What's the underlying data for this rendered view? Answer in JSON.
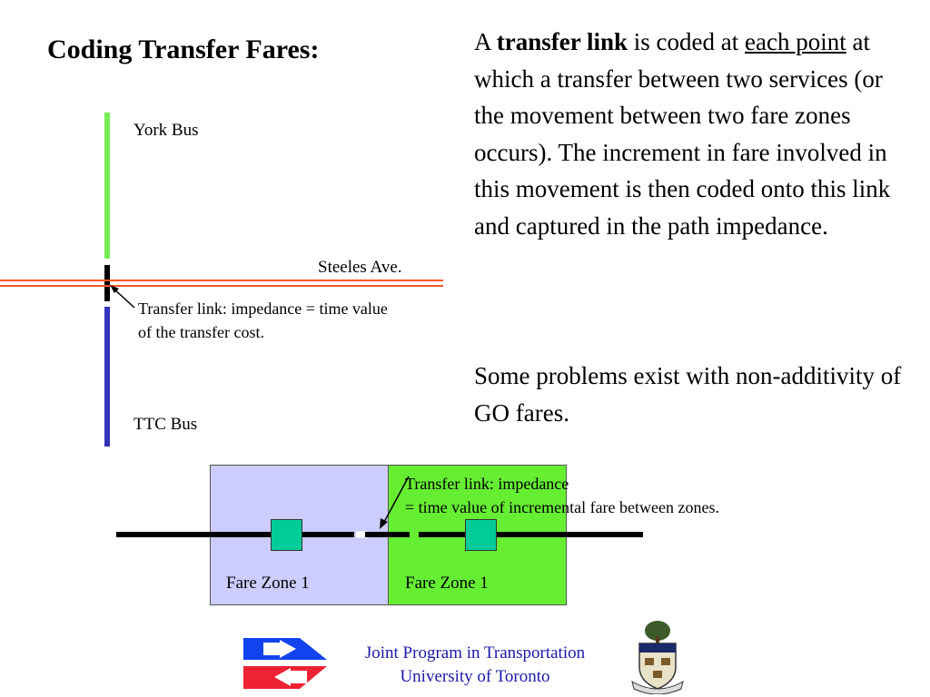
{
  "title": "Coding Transfer Fares:",
  "paragraph1": {
    "pre": "A ",
    "bold": "transfer link",
    "mid": " is coded at ",
    "underline": "each point",
    "post": " at which a transfer between two services (or the movement between two fare zones occurs). The increment in fare involved in this movement is then coded onto this link and captured in the path impedance."
  },
  "paragraph2": "Some problems exist with non-additivity of GO fares.",
  "diagram1": {
    "york_bus": "York Bus",
    "steeles": "Steeles Ave.",
    "transfer_line1": "Transfer link: impedance = time value",
    "transfer_line2": "of the transfer cost.",
    "ttc_bus": "TTC Bus",
    "colors": {
      "york": "#77ee55",
      "ttc": "#3333bb",
      "street": "#ff5522"
    }
  },
  "diagram2": {
    "annotation_line1": "Transfer link: impedance",
    "annotation_line2": "= time value of incremental fare between zones.",
    "zone1_label": "Fare Zone 1",
    "zone2_label": "Fare Zone 1",
    "colors": {
      "zone1": "#ccccff",
      "zone2": "#66ee33",
      "stop": "#00cc99"
    }
  },
  "footer": {
    "line1": "Joint Program in Transportation",
    "line2": "University of Toronto",
    "logo_icon": "joint-program-logo-icon",
    "crest_icon": "university-crest-icon"
  }
}
